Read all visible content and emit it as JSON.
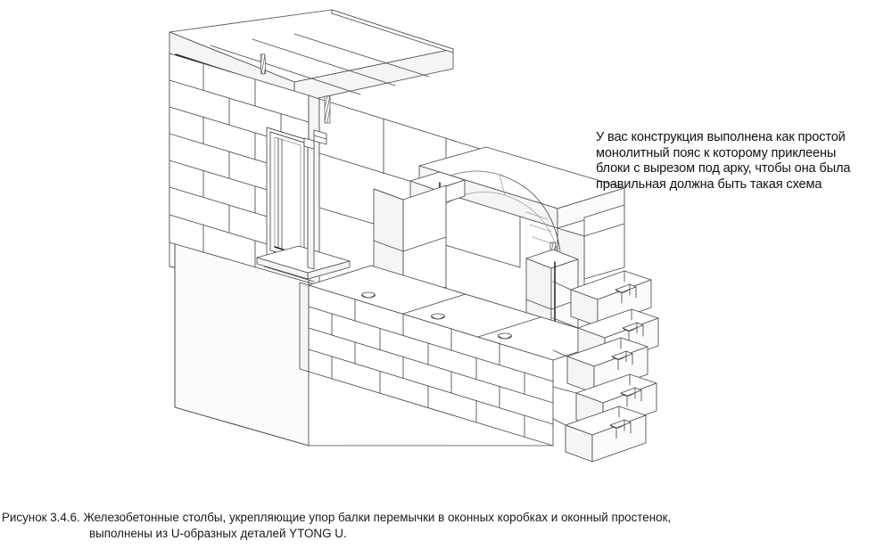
{
  "figure": {
    "title": "Рисунок 3.4.6. Железобетонные столбы, укрепляющие упор балки перемычки в оконных коробках и оконный простенок, выполнены из U-образных деталей YTONG U.",
    "caption_line1": "Рисунок 3.4.6. Железобетонные столбы, укрепляющие упор балки перемычки в оконных коробках и оконный простенок,",
    "caption_line2": "выполнены из U-образных деталей YTONG U.",
    "figure_number": "3.4.6",
    "drawing_type": "isometric-line-drawing",
    "subject": "Стена из газобетонных блоков YTONG с оконным проёмом, арочным проёмом и железобетонными столбами из U-образных блоков"
  },
  "annotation": {
    "text": "У вас конструкция выполнена как простой\nмонолитный пояс к которому приклеены\nблоки с вырезом под арку, чтобы она была\nправильная должна быть такая схема",
    "lines": [
      "У вас конструкция выполнена как простой",
      "монолитный пояс к которому приклеены",
      "блоки с вырезом под арку, чтобы она была",
      "правильная должна быть такая схема"
    ]
  },
  "colors": {
    "line": "#4a4a4a",
    "line_dark": "#1e1e1e",
    "line_light": "#9a9a9a",
    "hatch": "#2b2b2b",
    "fill": "#ffffff",
    "fill_shade": "#f4f4f4",
    "text": "#111111",
    "background": "#ffffff"
  },
  "elements": {
    "roof_slab": "Плита перекрытия (панели)",
    "ring_beam": "Монолитный пояс",
    "block_wall": "Кладка из газобетонных блоков",
    "window": "Оконная коробка с остеклением",
    "window_sill": "Подоконный отлив",
    "column": "Железобетонный столб из U-блоков",
    "arch_opening": "Арочный проём",
    "lintel_beam": "Балка перемычки",
    "u_blocks": "U-образные детали YTONG U",
    "grip_handles": "Захватные карманы блоков"
  }
}
